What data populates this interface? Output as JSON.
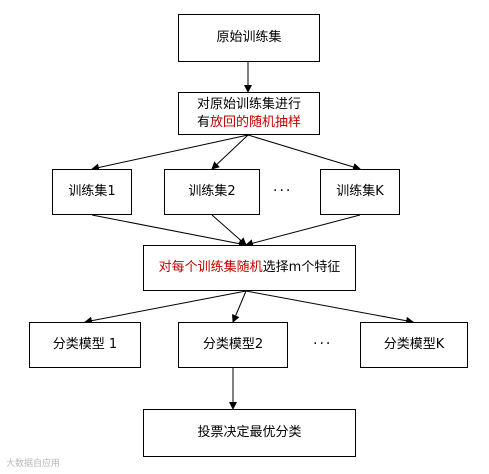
{
  "nodes": {
    "source": "原始训练集",
    "sampling_line1": "对原始训练集进行",
    "sampling_line2_prefix": "有",
    "sampling_line2_red": "放回的随机抽样",
    "set1": "训练集1",
    "set2": "训练集2",
    "setK": "训练集K",
    "feature_red": "对每个训练集随机",
    "feature_rest": "选择m个特征",
    "model1": "分类模型 1",
    "model2": "分类模型2",
    "modelK": "分类模型K",
    "vote": "投票决定最优分类"
  },
  "ellipsis": "···",
  "watermark": "大数据自应用",
  "colors": {
    "accent_red": "#c00000",
    "line": "#000000"
  }
}
